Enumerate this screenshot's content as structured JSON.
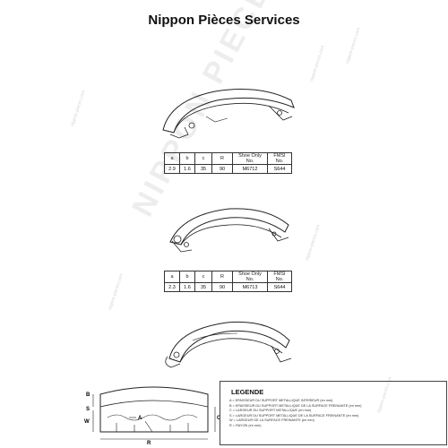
{
  "page": {
    "title": "Nippon Pièces Services"
  },
  "watermark": {
    "big": "NIPPON PIECES SERVICES",
    "small": "nippon-pieces.com"
  },
  "tables": [
    {
      "header": [
        "a",
        "b",
        "c",
        "R",
        "Shoe Only No.",
        "FMSI No."
      ],
      "row": [
        "2.9",
        "1.6",
        "35",
        "90",
        "M6712",
        "S644"
      ]
    },
    {
      "header": [
        "a",
        "b",
        "c",
        "R",
        "Shoe Only No.",
        "FMSI No."
      ],
      "row": [
        "2.3",
        "1.6",
        "35",
        "90",
        "M6713",
        "S644"
      ]
    }
  ],
  "dimension_labels": {
    "B": "B",
    "S": "S",
    "W": "W",
    "A": "A",
    "R": "R",
    "C": "C"
  },
  "legend": {
    "title": "LEGENDE",
    "lines": [
      "A = EPAISSEUR DU SUPPORT METALLIQUE INTERIEUR (en mm)",
      "B = EPAISSEUR DU SUPPORT METALLIQUE DE LA SURFACE FREINANTE (en mm)",
      "C = LARGEUR DU SUPPORT METALLIQUE (en mm)",
      "S = LARGEUR DU SUPPORT METALLIQUE DE LA SURFACE FREINANTE (en mm)",
      "W = LARGEUR DE LA SURFACE FREINANTE (en mm)",
      "R = RAYON (en mm)"
    ]
  }
}
